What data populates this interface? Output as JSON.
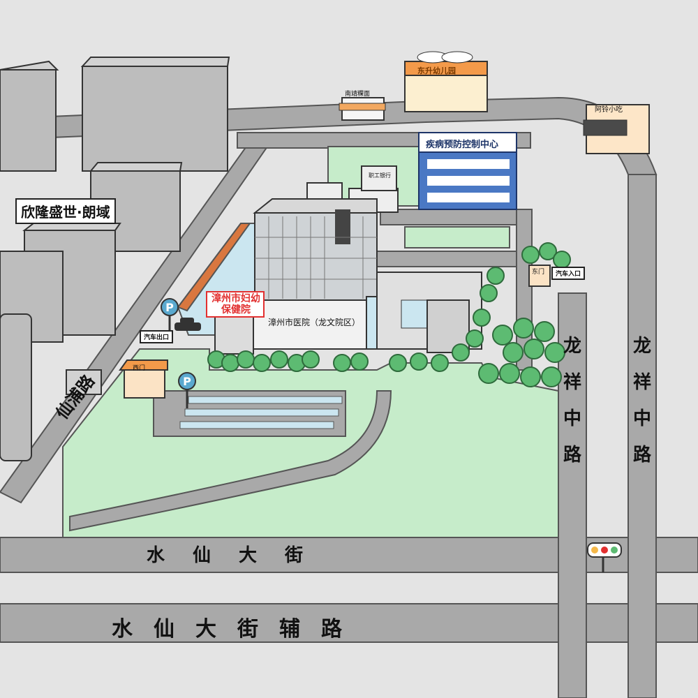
{
  "roads": {
    "shuixian_avenue": "水仙大街",
    "shuixian_avenue_aux": "水仙大街辅路",
    "longxiang_middle_left": "龙祥中路",
    "longxiang_middle_right": "龙祥中路",
    "xianpu_road": "仙浦路"
  },
  "buildings": {
    "residential": "欣隆盛世·朗域",
    "kindergarten": "东升幼儿园",
    "cdc": "疾病预防控制中心",
    "bank": "职工银行",
    "shop_left": "南靖粿面",
    "shop_right": "阿铃小吃",
    "maternity": "漳州市妇幼保健院",
    "hospital": "漳州市医院（龙文院区）"
  },
  "gates": {
    "west_gate": "西门",
    "east_gate": "东门",
    "car_exit": "汽车出口",
    "car_entry": "汽车入口"
  },
  "icons": [
    "parking-icon",
    "traffic-light-icon",
    "car-icon",
    "tree-icon"
  ],
  "colors": {
    "background": "#e4e4e4",
    "road": "#a9a9a9",
    "lawn": "#c6ecca",
    "water": "#cbe6f0",
    "tree": "#5dbb72",
    "parking_sign": "#5aa9cf",
    "cdc_blue": "#4a78c4",
    "kindergarten_orange": "#f39a4a",
    "maternity_red": "#e23030"
  }
}
